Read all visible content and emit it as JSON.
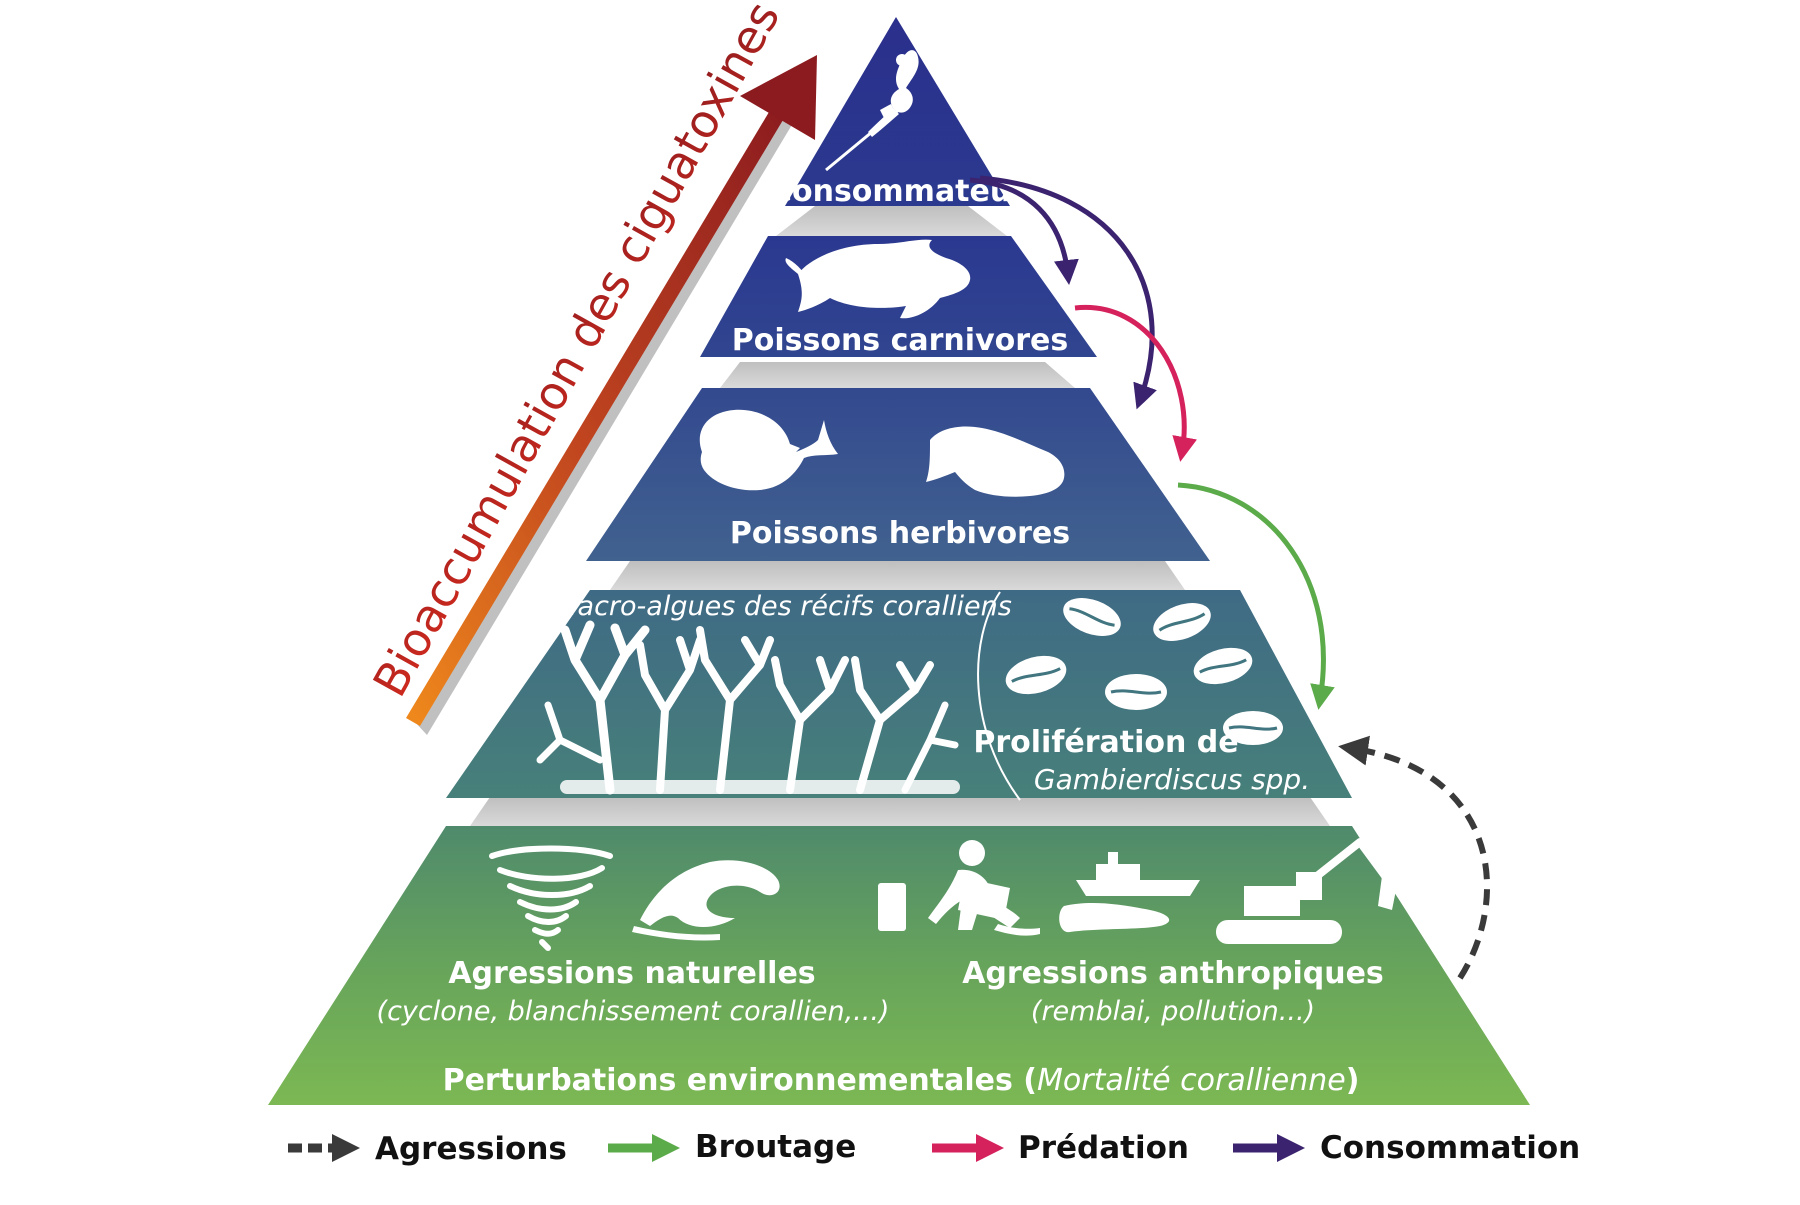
{
  "diagram": {
    "levels": {
      "consumer": {
        "label": "Consommateur",
        "color": "#28368a"
      },
      "carnivores": {
        "label": "Poissons carnivores",
        "color": "#2c3f8f"
      },
      "herbivores": {
        "label": "Poissons herbivores",
        "color": "#3a5a95"
      },
      "algae": {
        "label": "Macro-algues des récifs coralliens",
        "proliferation_line1": "Prolifération de",
        "proliferation_line2": "Gambierdiscus spp.",
        "color": "#417680"
      },
      "base": {
        "natural_title": "Agressions naturelles",
        "natural_sub": "(cyclone, blanchissement corallien,...)",
        "anthropic_title": "Agressions anthropiques",
        "anthropic_sub": "(remblai, pollution...)",
        "footer_main": "Perturbations environnementales (",
        "footer_italic": "Mortalité corallienne",
        "footer_close": ")",
        "color": "#6aa55a"
      }
    },
    "bioaccumulation_label": "Bioaccumulation des ciguatoxines",
    "legend": [
      {
        "label": "Agressions",
        "color": "#3a3a3a",
        "style": "dashed"
      },
      {
        "label": "Broutage",
        "color": "#5cab4a",
        "style": "solid"
      },
      {
        "label": "Prédation",
        "color": "#d6225c",
        "style": "solid"
      },
      {
        "label": "Consommation",
        "color": "#3b2370",
        "style": "solid"
      }
    ],
    "icons": [
      "spearfisher-icon",
      "grouper-fish-icon",
      "surgeonfish-icon",
      "parrotfish-icon",
      "coral-algae-icon",
      "dinoflagellate-cell-icon",
      "tornado-icon",
      "wave-icon",
      "barrels-worker-icon",
      "ship-oil-spill-icon",
      "excavator-icon"
    ]
  }
}
